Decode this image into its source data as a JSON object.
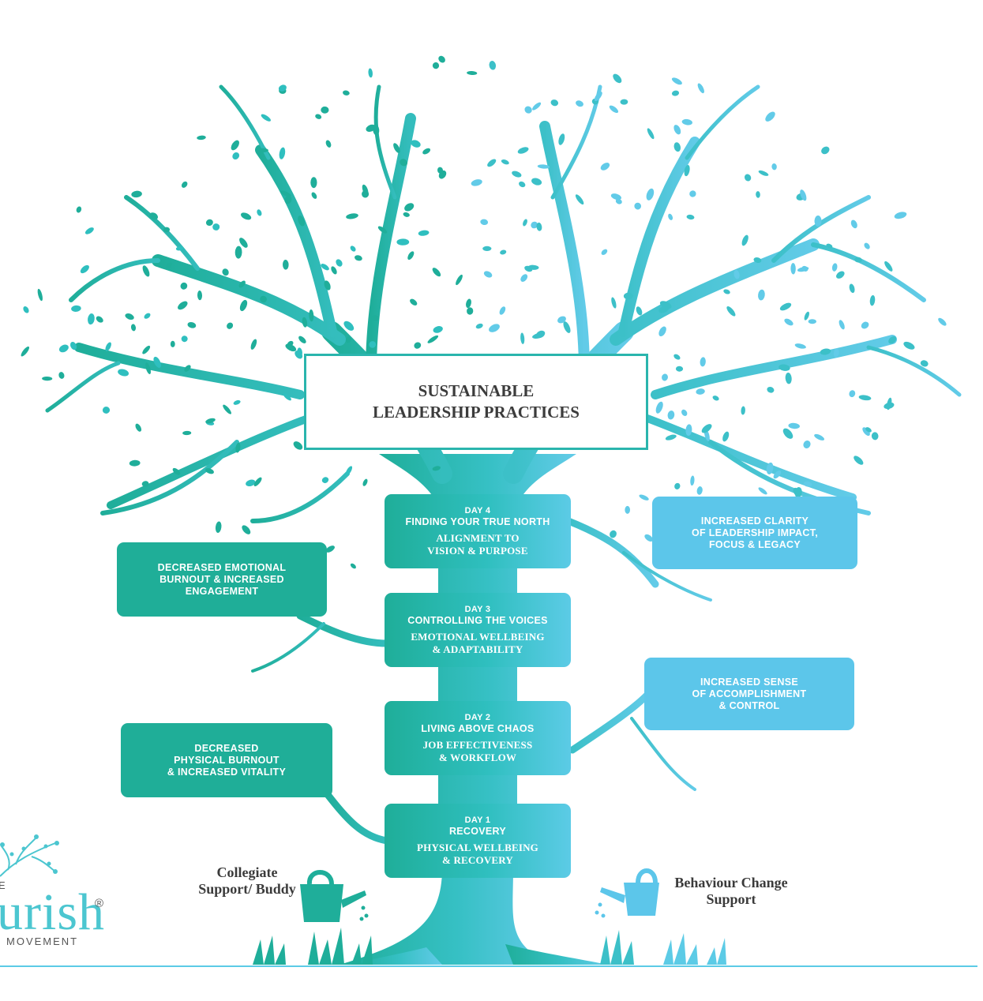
{
  "title": {
    "line1": "SUSTAINABLE",
    "line2": "LEADERSHIP PRACTICES"
  },
  "days": [
    {
      "day": "DAY 4",
      "name": "FINDING YOUR TRUE NORTH",
      "sub1": "ALIGNMENT TO",
      "sub2": "VISION & PURPOSE"
    },
    {
      "day": "DAY 3",
      "name": "CONTROLLING THE VOICES",
      "sub1": "EMOTIONAL WELLBEING",
      "sub2": "& ADAPTABILITY"
    },
    {
      "day": "DAY 2",
      "name": "LIVING ABOVE CHAOS",
      "sub1": "JOB EFFECTIVENESS",
      "sub2": "& WORKFLOW"
    },
    {
      "day": "DAY 1",
      "name": "RECOVERY",
      "sub1": "PHYSICAL WELLBEING",
      "sub2": "& RECOVERY"
    }
  ],
  "outcomes": {
    "clarity": [
      "INCREASED CLARITY",
      "OF LEADERSHIP IMPACT,",
      "FOCUS & LEGACY"
    ],
    "emotional": [
      "DECREASED EMOTIONAL",
      "BURNOUT & INCREASED",
      "ENGAGEMENT"
    ],
    "accomplishment": [
      "INCREASED SENSE",
      "OF ACCOMPLISHMENT",
      "& CONTROL"
    ],
    "physical": [
      "DECREASED",
      "PHYSICAL BURNOUT",
      "& INCREASED VITALITY"
    ]
  },
  "supports": {
    "left": [
      "Collegiate",
      "Support/ Buddy"
    ],
    "right": [
      "Behaviour Change",
      "Support"
    ]
  },
  "logo": {
    "prefix": "E",
    "word": "urish",
    "registered": "®",
    "sub": "MOVEMENT"
  },
  "colors": {
    "teal": "#1fae98",
    "aqua": "#2fbfbf",
    "sky": "#5cc6ea",
    "text_dark": "#3b3b3b"
  }
}
